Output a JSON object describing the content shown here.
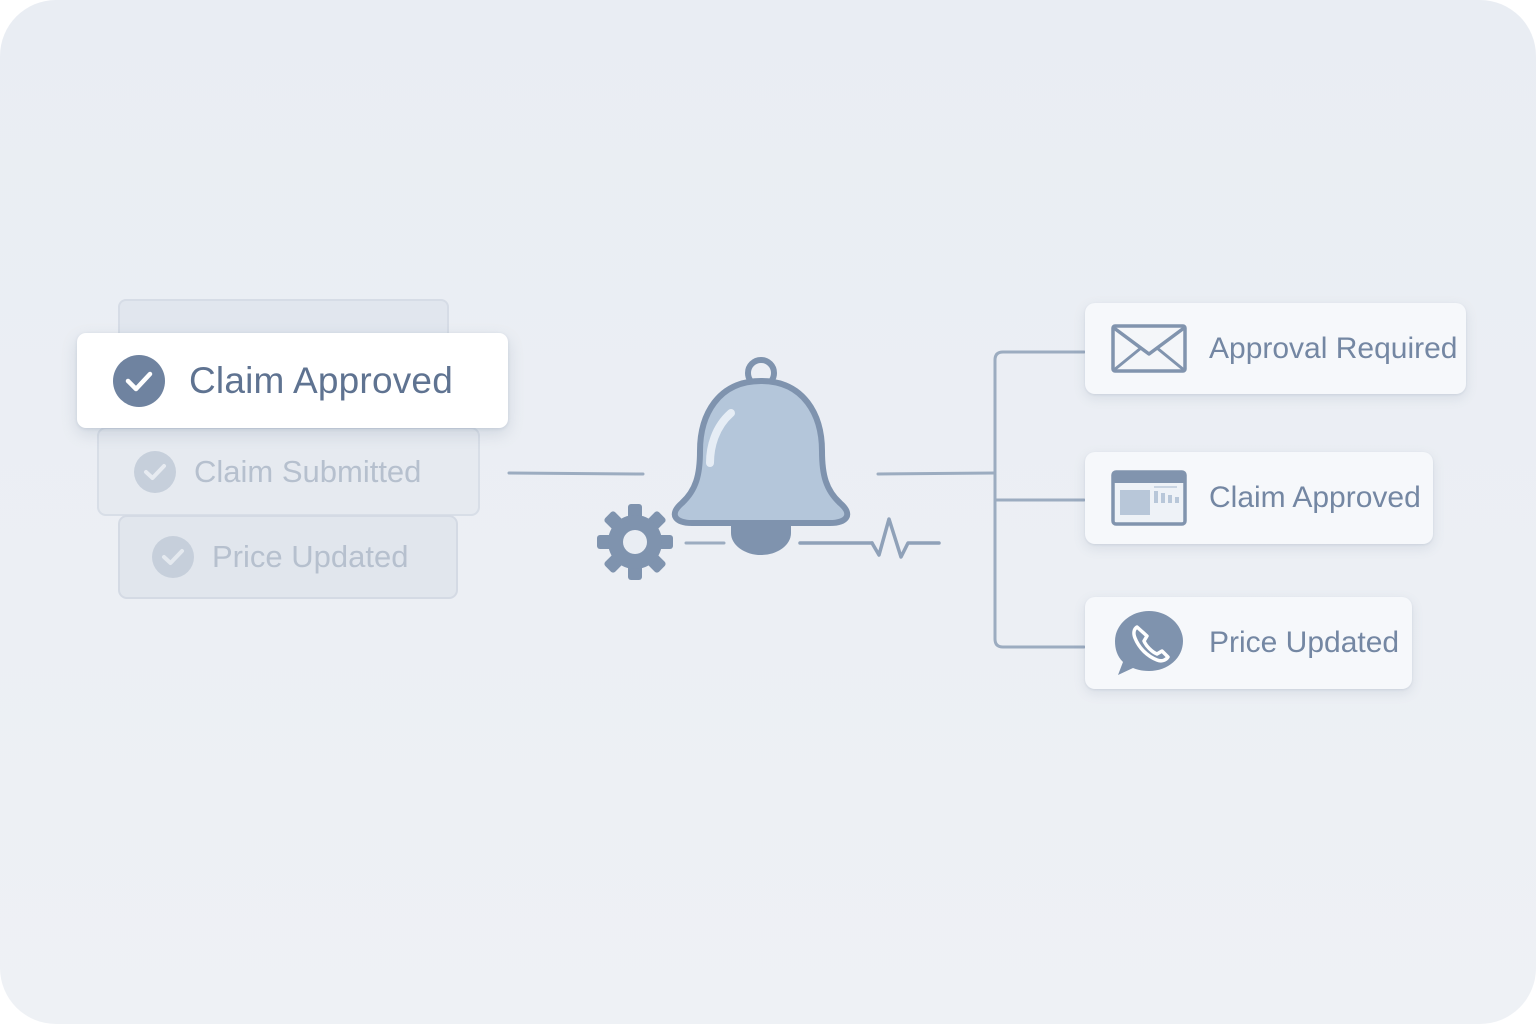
{
  "triggers": {
    "active": {
      "label": "Claim Approved",
      "icon": "check-circle-icon"
    },
    "items": [
      {
        "label": "Claim Submitted",
        "icon": "check-circle-icon"
      },
      {
        "label": "Price Updated",
        "icon": "check-circle-icon"
      }
    ]
  },
  "hub": {
    "icon": "bell-icon",
    "settings_icon": "gear-icon",
    "signal_icon": "pulse-icon"
  },
  "outputs": [
    {
      "label": "Approval Required",
      "icon": "envelope-icon"
    },
    {
      "label": "Claim Approved",
      "icon": "browser-window-icon"
    },
    {
      "label": "Price Updated",
      "icon": "phone-chat-icon"
    }
  ],
  "colors": {
    "accent": "#6f83a0",
    "bell": "#b4c6da",
    "line": "#9aaabe",
    "background": "#eceff4"
  }
}
